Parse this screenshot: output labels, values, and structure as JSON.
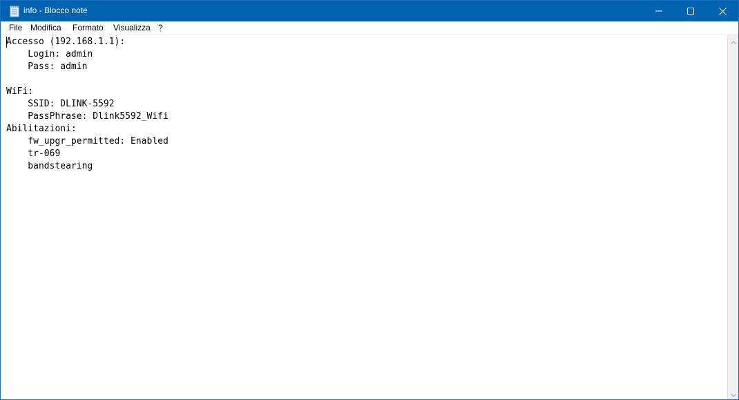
{
  "window": {
    "title": "info - Blocco note"
  },
  "menu": {
    "items": [
      "File",
      "Modifica",
      "Formato",
      "Visualizza",
      "?"
    ]
  },
  "editor": {
    "lines": [
      "Accesso (192.168.1.1):",
      "    Login: admin",
      "    Pass: admin",
      "",
      "WiFi:",
      "    SSID: DLINK-5592",
      "    PassPhrase: Dlink5592_Wifi",
      "Abilitazioni:",
      "    fw_upgr_permitted: Enabled",
      "    tr-069",
      "    bandstearing"
    ]
  },
  "icons": {
    "app": "notepad-icon",
    "minimize": "minimize-icon",
    "maximize": "maximize-icon",
    "close": "close-icon"
  },
  "colors": {
    "titlebar": "#0063b1",
    "window_border": "#1a6fc4",
    "background": "#ffffff"
  }
}
